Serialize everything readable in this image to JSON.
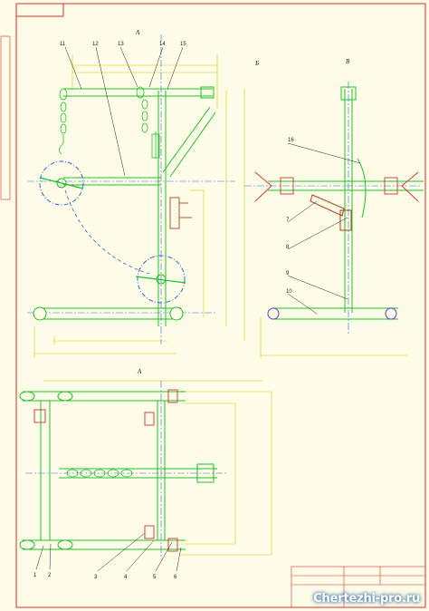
{
  "views": {
    "a": "A",
    "b": "Б",
    "v": "В"
  },
  "labels_front": [
    "11",
    "12",
    "13",
    "14",
    "15"
  ],
  "labels_side": [
    "16",
    "7",
    "8",
    "9",
    "10"
  ],
  "labels_plan": [
    "1",
    "2",
    "3",
    "4",
    "5",
    "6"
  ],
  "watermark": "Chertezhi-pro.ru",
  "colors": {
    "paper": "#fffde8",
    "part": "#1fbf2a",
    "dimension": "#d8c300",
    "axis": "#2a6ad8",
    "border": "#d03030"
  }
}
